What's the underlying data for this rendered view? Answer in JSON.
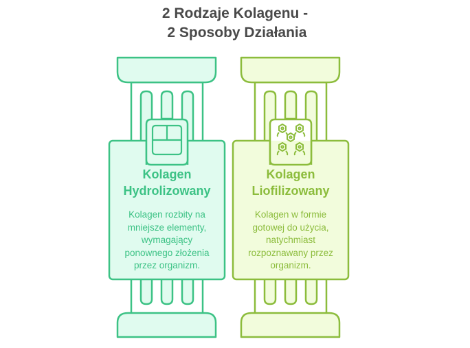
{
  "title": {
    "line1": "2 Rodzaje Kolagenu -",
    "line2": " 2 Sposoby Działania"
  },
  "pillars": [
    {
      "title_line1": "Kolagen",
      "title_line2": "Hydrolizowany",
      "description": [
        "Kolagen rozbity na",
        "mniejsze elementy,",
        "wymagający",
        "ponownego złożenia",
        "przez organizm."
      ],
      "icon": "grid-blocks-icon",
      "stroke": "#3cc285",
      "fill": "#e0fbef"
    },
    {
      "title_line1": "Kolagen",
      "title_line2": "Liofilizowany",
      "description": [
        "Kolagen w formie",
        "gotowej do użycia,",
        "natychmiast",
        "rozpoznawany przez",
        "organizm."
      ],
      "icon": "molecules-network-icon",
      "stroke": "#8cbc3c",
      "fill": "#f2fcdc"
    }
  ]
}
